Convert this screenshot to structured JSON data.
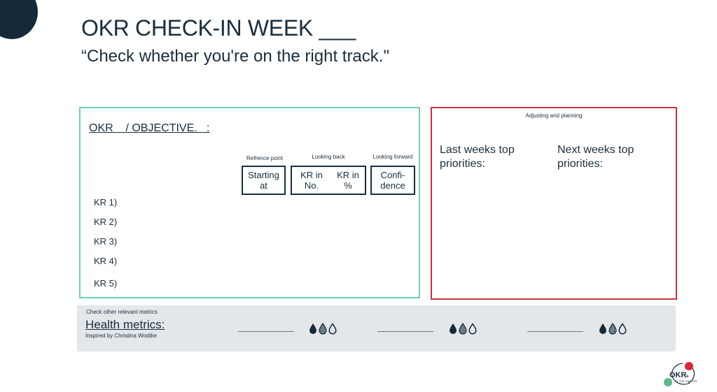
{
  "header": {
    "title": "OKR CHECK-IN WEEK ___",
    "subtitle": "“Check whether you're on the right track.\""
  },
  "okr_panel": {
    "heading": "OKR    / OBJECTIVE.   :",
    "border_color": "#6fd0a8",
    "columns": [
      {
        "caption": "Refrence point",
        "label": "Starting at"
      },
      {
        "caption": "Looking back",
        "label_left": "KR in No.",
        "label_right": "KR  in %"
      },
      {
        "caption": "Looking forward",
        "label": "Confi- dence"
      }
    ],
    "key_results": [
      "KR 1)",
      "KR 2)",
      "KR 3)",
      "KR 4)",
      "KR 5)"
    ]
  },
  "planning_panel": {
    "caption": "Adjusting and planning",
    "border_color": "#c8323f",
    "last_week": "Last weeks top priorities:",
    "next_week": "Next weeks top priorities:"
  },
  "health_metrics": {
    "caption": "Check other relevant metrics",
    "title": "Health metrics:",
    "credit": "Inspired by Christina Wodtke",
    "metrics": [
      {
        "value": "",
        "icons": [
          "drop-filled-icon",
          "drop-hatched-icon",
          "drop-outline-icon"
        ]
      },
      {
        "value": "",
        "icons": [
          "drop-filled-icon",
          "drop-hatched-icon",
          "drop-outline-icon"
        ]
      },
      {
        "value": "",
        "icons": [
          "drop-filled-icon",
          "drop-hatched-icon",
          "drop-outline-icon"
        ]
      }
    ]
  },
  "logo": {
    "text": "OKRs",
    "tagline": "AT THE CENTER",
    "colors": {
      "red": "#d42a3a",
      "green": "#5cb98c",
      "dark": "#1a2e3c"
    }
  }
}
